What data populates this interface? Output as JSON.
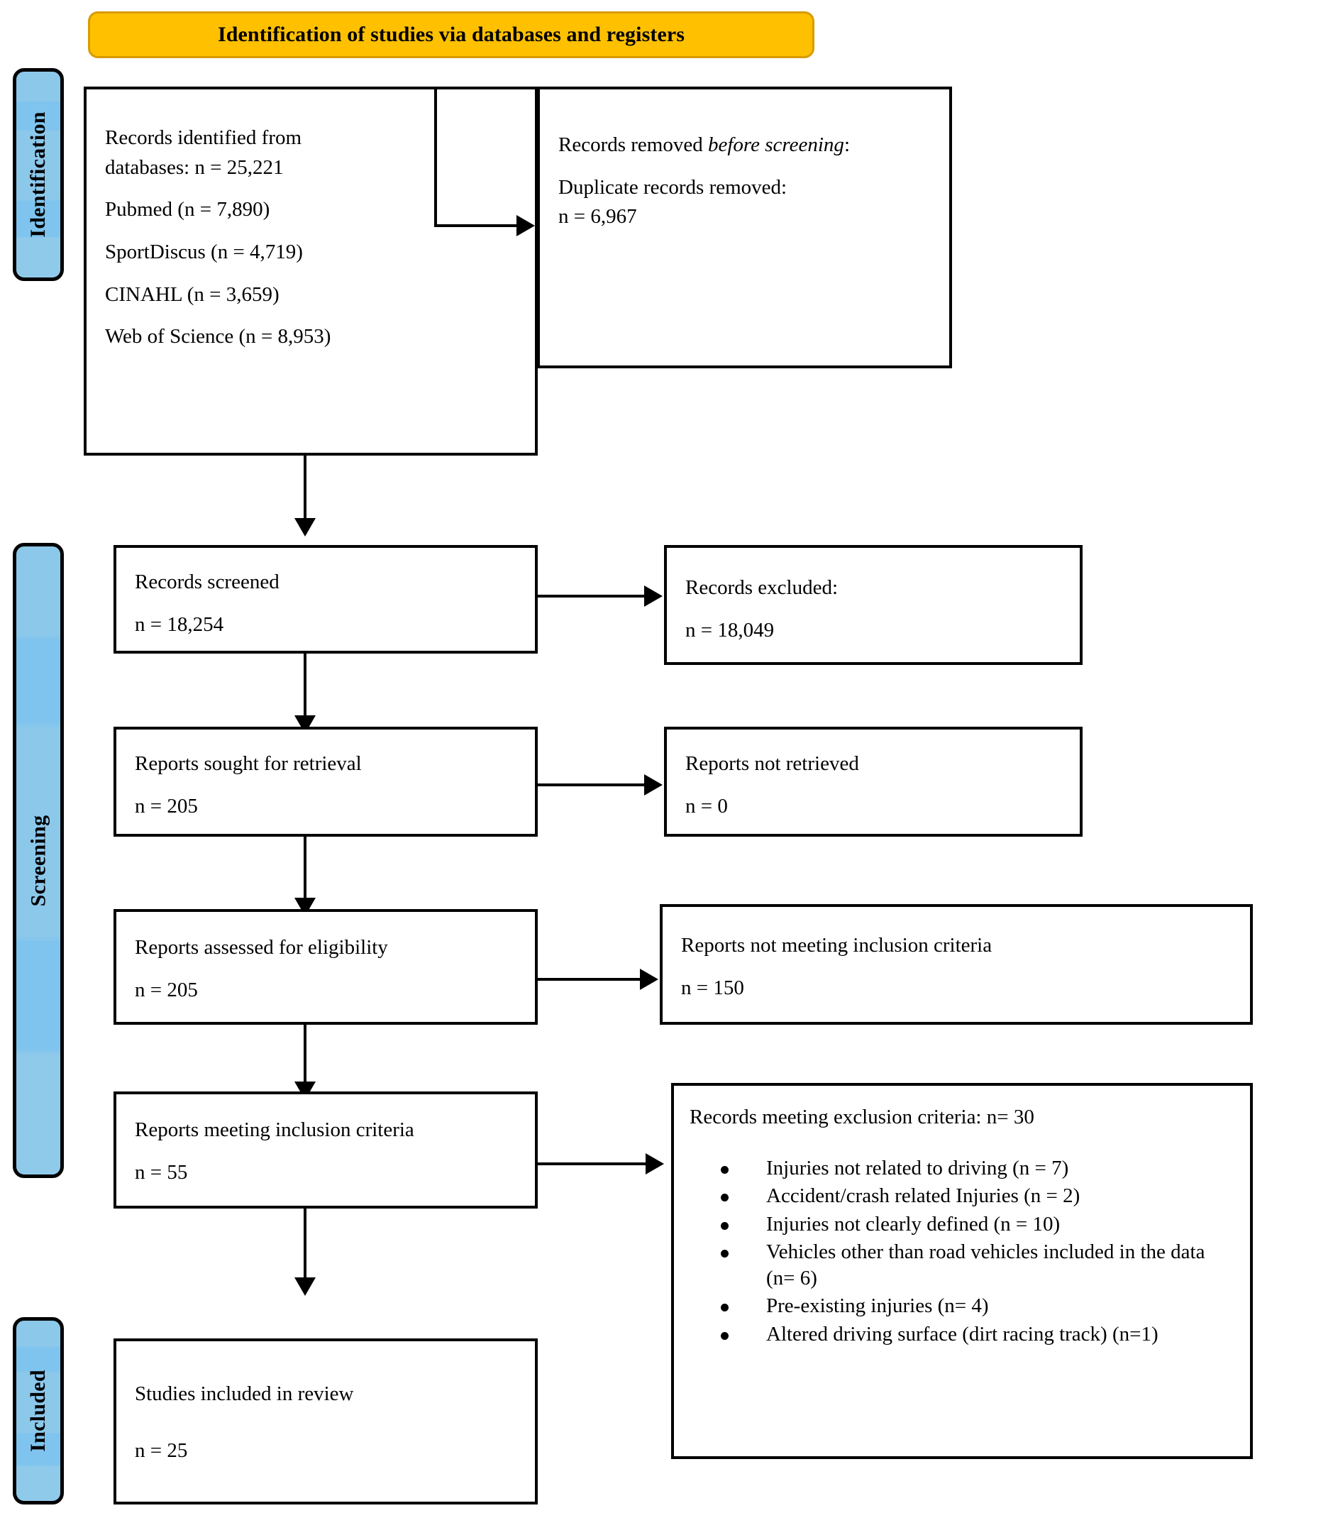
{
  "header": {
    "title": "Identification of studies via databases and registers",
    "banner_color": "#FFC000",
    "banner_border_color": "#D89B00"
  },
  "stage_tabs": [
    {
      "label": "Identification",
      "color": "#8CC8EA"
    },
    {
      "label": "Screening",
      "color": "#8CC8EA"
    },
    {
      "label": "Included",
      "color": "#8CC8EA"
    }
  ],
  "identification": {
    "source_box": {
      "lines": [
        "Records identified from",
        "databases: n = 25,221",
        "Pubmed (n = 7,890)",
        "SportDiscus (n = 4,719)",
        "CINAHL (n = 3,659)",
        "Web of Science (n = 8,953)"
      ]
    },
    "removed_box": {
      "line1_pre": "Records removed ",
      "line1_italic": "before screening",
      "line1_post": ":",
      "line2": "Duplicate records removed:",
      "line3": "n = 6,967"
    }
  },
  "screening": {
    "screened_box": {
      "label": "Records screened",
      "count": "n = 18,254"
    },
    "excluded_box": {
      "label": "Records excluded:",
      "count": "n = 18,049"
    },
    "sought_box": {
      "label": "Reports sought for retrieval",
      "count": "n = 205"
    },
    "not_retrieved_box": {
      "label": "Reports not retrieved",
      "count": "n = 0"
    },
    "assessed_box": {
      "label": "Reports assessed for eligibility",
      "count": "n = 205"
    },
    "not_meeting_box": {
      "label": "Reports not meeting inclusion criteria",
      "count": "n = 150"
    },
    "meeting_box": {
      "label": "Reports meeting inclusion criteria",
      "count": "n = 55"
    },
    "exclusion_box": {
      "header": "Records meeting exclusion criteria: n= 30",
      "bullets": [
        "Injuries not related to driving (n = 7)",
        "Accident/crash related Injuries (n = 2)",
        "Injuries not clearly defined (n = 10)",
        "Vehicles other than road vehicles included in the data (n= 6)",
        "Pre-existing injuries (n= 4)",
        "Altered driving surface (dirt racing track) (n=1)"
      ]
    }
  },
  "included": {
    "studies_box": {
      "label": "Studies included in review",
      "count": "n = 25"
    }
  }
}
